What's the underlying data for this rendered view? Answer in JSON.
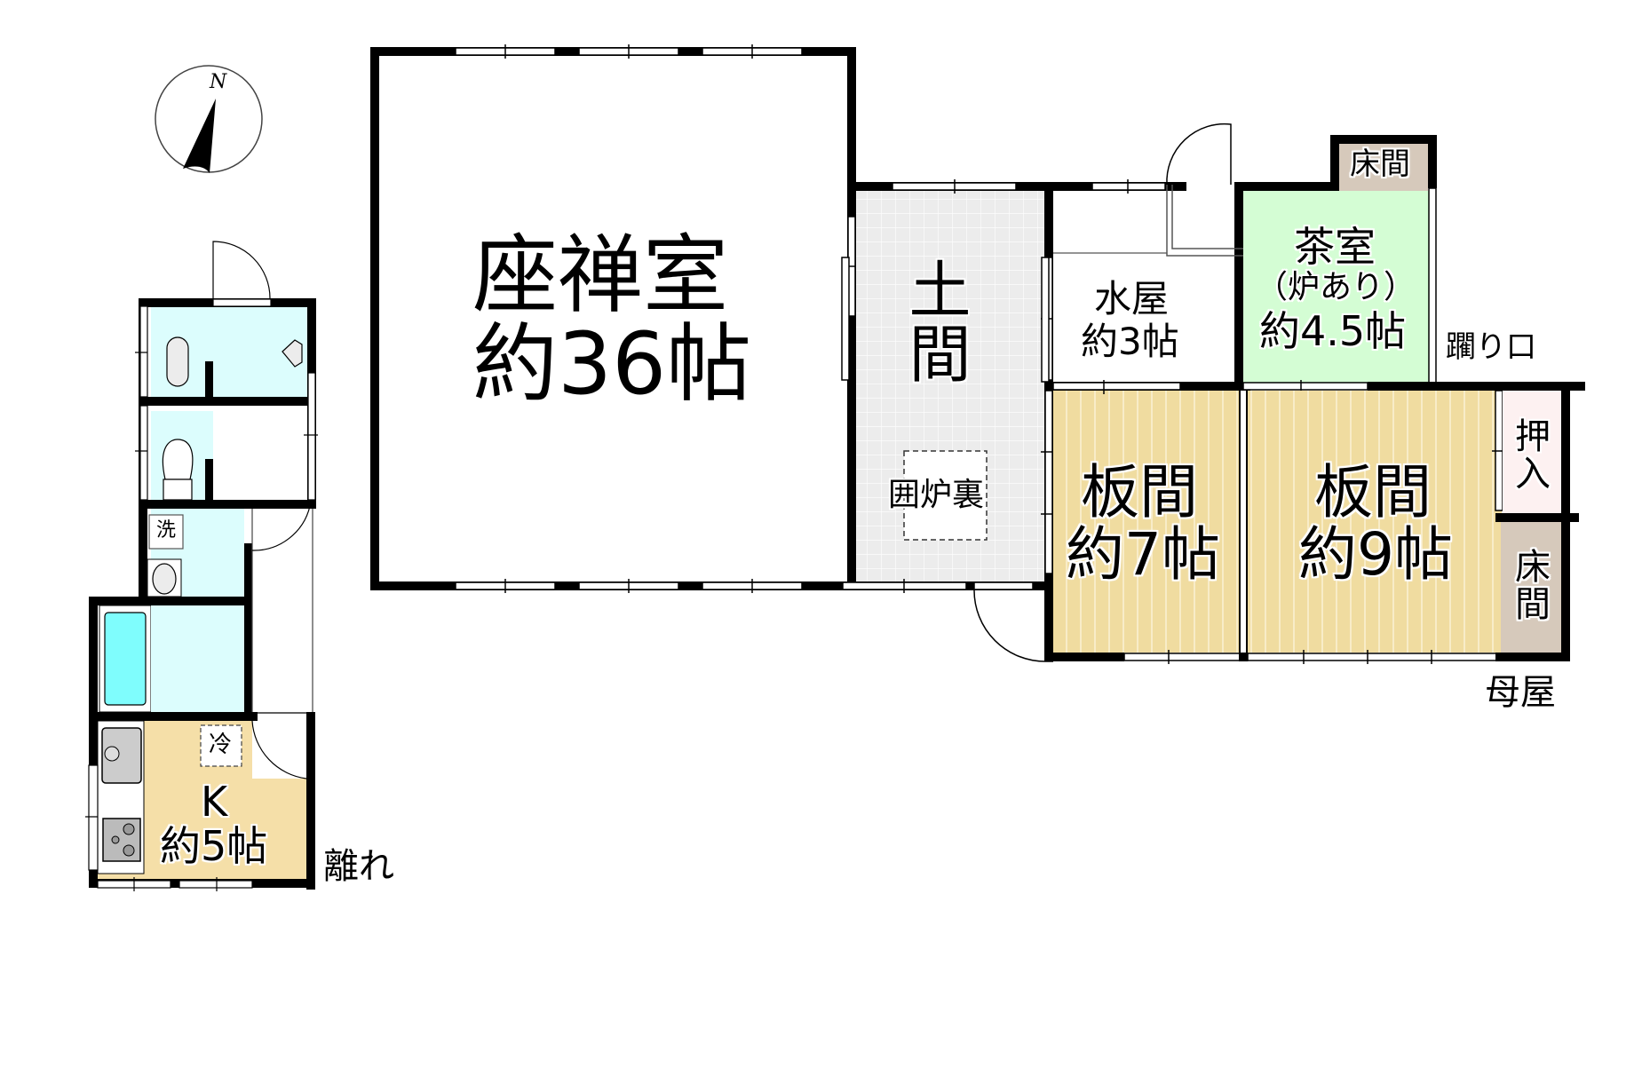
{
  "compass": {
    "label": "N",
    "icon": "north-arrow-icon"
  },
  "buildings": {
    "main": {
      "label": "母屋"
    },
    "annex": {
      "label": "離れ"
    }
  },
  "rooms": {
    "zazen": {
      "name": "座禅室",
      "size": "約36帖"
    },
    "doma": {
      "name": "土間",
      "sub": "囲炉裏"
    },
    "mizuya": {
      "name": "水屋",
      "size": "約3帖"
    },
    "chashitsu": {
      "name": "茶室",
      "note": "（炉あり）",
      "size": "約4.5帖"
    },
    "tokonoma_top": {
      "name": "床間"
    },
    "nijiriguchi": {
      "name": "躙り口"
    },
    "itama7": {
      "name": "板間",
      "size": "約7帖"
    },
    "itama9": {
      "name": "板間",
      "size": "約9帖"
    },
    "oshiire": {
      "name": "押入"
    },
    "tokonoma_right": {
      "name": "床間"
    },
    "kitchen": {
      "name": "K",
      "size": "約5帖"
    },
    "wash": {
      "name": "洗"
    },
    "fridge": {
      "name": "冷"
    }
  },
  "colors": {
    "wall": "#000000",
    "water_room": "#dcfdfd",
    "bathtub": "#7ffdfd",
    "doma_floor": "#ececec",
    "wood_floor": "#f0dca0",
    "tea_room": "#d4fdd4",
    "tokonoma": "#d6c9bb",
    "closet": "#fdf1f1",
    "kitchen_floor": "#f5dfa8"
  }
}
